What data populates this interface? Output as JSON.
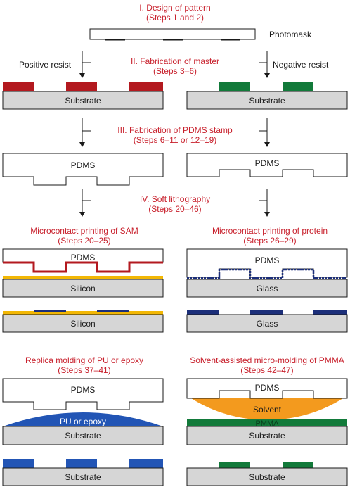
{
  "colors": {
    "heading_red": "#c8202c",
    "resist_red": "#b3191f",
    "resist_green": "#127a3a",
    "substrate_gray": "#d6d6d6",
    "sam_yellow": "#f2b705",
    "protein_navy": "#1c2f7a",
    "pu_blue": "#2255b5",
    "solvent_orange": "#f39a1e",
    "pmma_green": "#127a3a"
  },
  "section1": {
    "title": "I. Design of pattern",
    "steps": "(Steps 1 and 2)",
    "photomask": "Photomask"
  },
  "section2": {
    "title": "II. Fabrication of master",
    "steps": "(Steps 3–6)",
    "left": "Positive resist",
    "right": "Negative resist",
    "substrate": "Substrate"
  },
  "section3": {
    "title": "III. Fabrication of PDMS stamp",
    "steps": "(Steps 6–11 or 12–19)",
    "pdms": "PDMS"
  },
  "section4": {
    "title": "IV. Soft lithography",
    "steps": "(Steps 20–46)"
  },
  "sam": {
    "title": "Microcontact printing of SAM",
    "steps": "(Steps 20–25)",
    "pdms": "PDMS",
    "substrate": "Silicon"
  },
  "protein": {
    "title": "Microcontact printing of protein",
    "steps": "(Steps 26–29)",
    "pdms": "PDMS",
    "substrate": "Glass"
  },
  "replica": {
    "title": "Replica molding of PU or epoxy",
    "steps": "(Steps 37–41)",
    "pdms": "PDMS",
    "material": "PU or epoxy",
    "substrate": "Substrate"
  },
  "samim": {
    "title": "Solvent-assisted micro-molding of PMMA",
    "steps": "(Steps 42–47)",
    "pdms": "PDMS",
    "solvent": "Solvent",
    "pmma": "PMMA",
    "substrate": "Substrate"
  }
}
